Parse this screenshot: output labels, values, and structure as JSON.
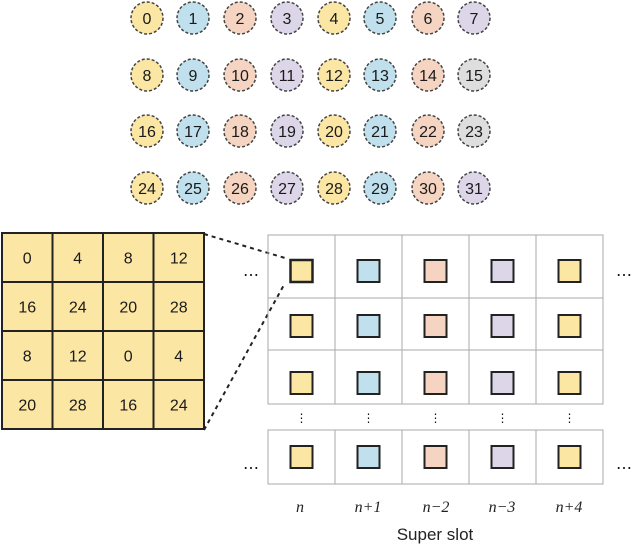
{
  "colors": {
    "yellow": "#fce6a4",
    "blue": "#bfe0ec",
    "peach": "#f6d4c2",
    "lavender": "#dcd6e8",
    "gray": "#dedede",
    "grid_fill": "#fce6a4",
    "outline": "#222222"
  },
  "palette_order": [
    "yellow",
    "blue",
    "peach",
    "lavender",
    "yellow",
    "blue",
    "peach",
    "lavender",
    "yellow",
    "gray"
  ],
  "circle_rows": [
    {
      "labels": [
        "0",
        "1",
        "2",
        "3",
        "4",
        "5",
        "6",
        "7"
      ],
      "colors": [
        "yellow",
        "blue",
        "peach",
        "lavender",
        "yellow",
        "blue",
        "peach",
        "lavender"
      ]
    },
    {
      "labels": [
        "8",
        "9",
        "10",
        "11",
        "12",
        "13",
        "14",
        "15"
      ],
      "colors": [
        "yellow",
        "blue",
        "peach",
        "lavender",
        "yellow",
        "blue",
        "peach",
        "gray"
      ]
    },
    {
      "labels": [
        "16",
        "17",
        "18",
        "19",
        "20",
        "21",
        "22",
        "23"
      ],
      "colors": [
        "yellow",
        "blue",
        "peach",
        "lavender",
        "yellow",
        "blue",
        "peach",
        "gray"
      ]
    },
    {
      "labels": [
        "24",
        "25",
        "26",
        "27",
        "28",
        "29",
        "30",
        "31"
      ],
      "colors": [
        "yellow",
        "blue",
        "peach",
        "lavender",
        "yellow",
        "blue",
        "peach",
        "lavender"
      ]
    }
  ],
  "grid": {
    "cells": [
      [
        "0",
        "4",
        "8",
        "12"
      ],
      [
        "16",
        "24",
        "20",
        "28"
      ],
      [
        "8",
        "12",
        "0",
        "4"
      ],
      [
        "20",
        "28",
        "16",
        "24"
      ]
    ]
  },
  "slots": {
    "column_colors": [
      "yellow",
      "blue",
      "peach",
      "lavender",
      "yellow"
    ],
    "column_labels": [
      "n",
      "n+1",
      "n−2",
      "n−3",
      "n+4"
    ],
    "ellipsis": "…",
    "vertical_ellipsis": "⋮",
    "caption": "Super slot"
  }
}
